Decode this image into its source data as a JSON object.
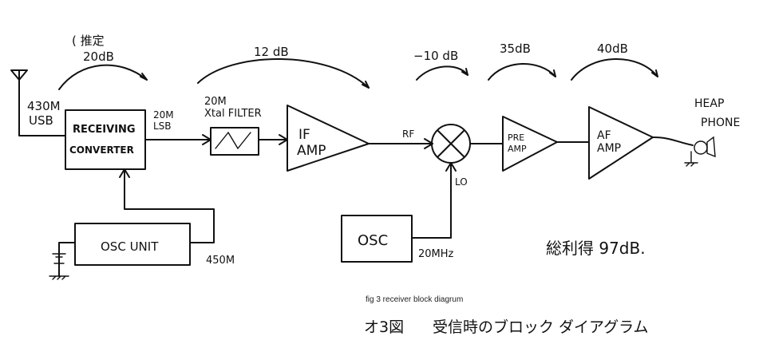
{
  "gains": {
    "conv_gain_note": "( 推定",
    "conv_gain": "20dB",
    "if_gain": "12 dB",
    "mixer_gain": "−10 dB",
    "pre_gain": "35dB",
    "af_gain": "40dB"
  },
  "blocks": {
    "converter_line1": "RECEIVING",
    "converter_line2": "CONVERTER",
    "osc_unit": "OSC UNIT",
    "xtal_filter_1": "20M",
    "xtal_filter_2": "Xtal FILTER",
    "if_amp_1": "IF",
    "if_amp_2": "AMP",
    "pre_amp_1": "PRE",
    "pre_amp_2": "AMP",
    "af_amp_1": "AF",
    "af_amp_2": "AMP",
    "osc": "OSC"
  },
  "labels": {
    "input_1": "430M",
    "input_2": "USB",
    "lsb_1": "20M",
    "lsb_2": "LSB",
    "osc_freq": "450M",
    "rf": "RF",
    "lo": "LO",
    "lo_freq": "20MHz",
    "headphone_1": "HEAP",
    "headphone_2": "PHONE",
    "total_gain": "総利得 97dB."
  },
  "captions": {
    "english": "fig 3 receiver block diagrum",
    "japanese_num": "オ3図",
    "japanese": "受信時のブロック ダイアグラム"
  }
}
